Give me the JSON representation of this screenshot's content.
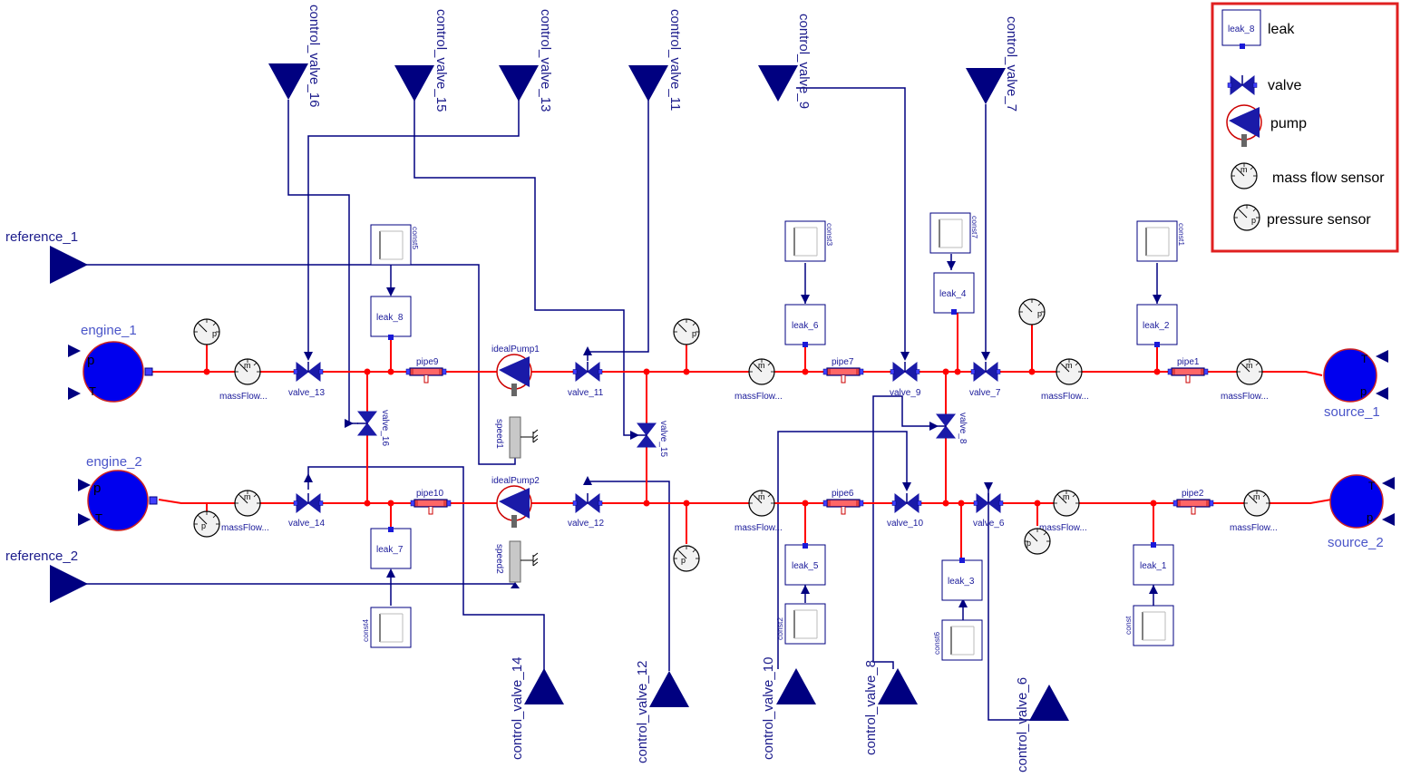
{
  "legend": {
    "leak_box_label": "leak_8",
    "leak": "leak",
    "valve": "valve",
    "pump": "pump",
    "mass_flow_sensor": "mass flow sensor",
    "pressure_sensor": "pressure sensor",
    "border_color": "#e02020"
  },
  "colors": {
    "pipe": "#ff0000",
    "signal": "#000080",
    "component": "#1010d0",
    "sensor": "#000000"
  },
  "inputs": {
    "control_valve_16": "control_valve_16",
    "control_valve_15": "control_valve_15",
    "control_valve_13": "control_valve_13",
    "control_valve_11": "control_valve_11",
    "control_valve_9": "control_valve_9",
    "control_valve_7": "control_valve_7",
    "control_valve_14": "control_valve_14",
    "control_valve_12": "control_valve_12",
    "control_valve_10": "control_valve_10",
    "control_valve_8": "control_valve_8",
    "control_valve_6": "control_valve_6",
    "reference_1": "reference_1",
    "reference_2": "reference_2"
  },
  "boundaries": {
    "engine_1": "engine_1",
    "engine_2": "engine_2",
    "source_1": "source_1",
    "source_2": "source_2",
    "port_p": "p",
    "port_T": "T"
  },
  "components": {
    "valve_13": "valve_13",
    "valve_11": "valve_11",
    "valve_9": "valve_9",
    "valve_7": "valve_7",
    "valve_14": "valve_14",
    "valve_12": "valve_12",
    "valve_10": "valve_10",
    "valve_6": "valve_6",
    "valve_16": "valve_16",
    "valve_15": "valve_15",
    "valve_8": "valve_8",
    "pipe9": "pipe9",
    "pipe7": "pipe7",
    "pipe1": "pipe1",
    "pipe10": "pipe10",
    "pipe6": "pipe6",
    "pipe2": "pipe2",
    "idealPump1": "idealPump1",
    "idealPump2": "idealPump2",
    "speed1": "speed1",
    "speed2": "speed2",
    "leak_8": "leak_8",
    "leak_6": "leak_6",
    "leak_4": "leak_4",
    "leak_2": "leak_2",
    "leak_7": "leak_7",
    "leak_5": "leak_5",
    "leak_3": "leak_3",
    "leak_1": "leak_1",
    "const5": "const5",
    "const3": "const3",
    "const7": "const7",
    "const1": "const1",
    "const4": "const4",
    "const2": "const2",
    "const6": "const6",
    "const": "const",
    "massFlow": "massFlow...",
    "sensor_m": "m",
    "sensor_p": "p"
  }
}
